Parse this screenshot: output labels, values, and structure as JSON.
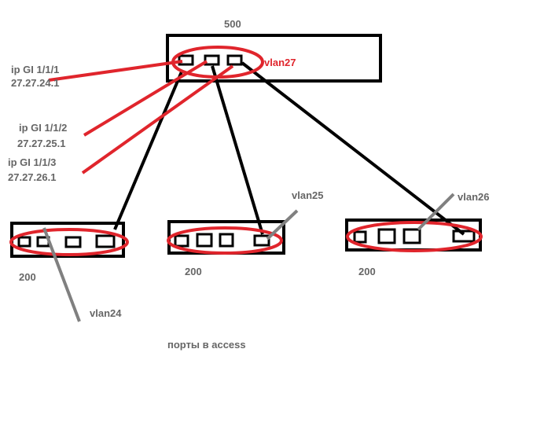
{
  "core_switch": {
    "label": "500",
    "vlan": "vlan27",
    "interfaces": [
      {
        "name": "ip GI 1/1/1",
        "address": "27.27.24.1"
      },
      {
        "name": "ip GI 1/1/2",
        "address": "27.27.25.1"
      },
      {
        "name": "ip GI 1/1/3",
        "address": "27.27.26.1"
      }
    ]
  },
  "access_switches": [
    {
      "label": "200",
      "vlan": "vlan24"
    },
    {
      "label": "200",
      "vlan": "vlan25"
    },
    {
      "label": "200",
      "vlan": "vlan26"
    }
  ],
  "note": "порты в access",
  "colors": {
    "line": "#000000",
    "highlight": "#e0252c",
    "vlan_line": "#808080",
    "label_gray": "#666666",
    "label_red": "#e0252c"
  }
}
